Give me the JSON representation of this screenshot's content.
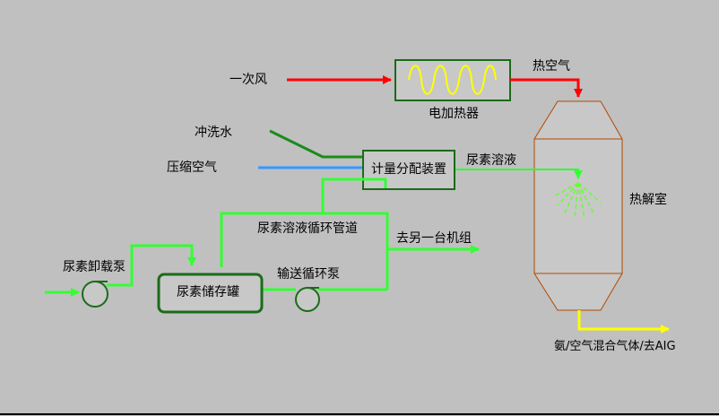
{
  "diagram": {
    "labels": {
      "primary_air": "一次风",
      "electric_heater": "电加热器",
      "hot_air": "热空气",
      "flush_water": "冲洗水",
      "compressed_air": "压缩空气",
      "metering_device": "计量分配装置",
      "urea_solution": "尿素溶液",
      "pyrolysis_chamber": "热解室",
      "urea_loop_pipe": "尿素溶液循环管道",
      "to_other_unit": "去另一台机组",
      "unloading_pump": "尿素卸载泵",
      "storage_tank": "尿素储存罐",
      "circulation_pump": "输送循环泵",
      "ammonia_mix_out": "氨/空气混合气体/去AIG"
    },
    "colors": {
      "background": "#c0c0c0",
      "air_line": "#ff0000",
      "compressed_air_line": "#3399ff",
      "urea_line": "#33ff33",
      "flush_water_line": "#1a8c1a",
      "ammonia_line": "#ffff00",
      "equipment_border": "#1a6b1a",
      "equipment_fill": "#c8c8c8",
      "chamber_border": "#b34700",
      "spray": "#66ff33",
      "heater_coil": "#ffff00"
    }
  }
}
